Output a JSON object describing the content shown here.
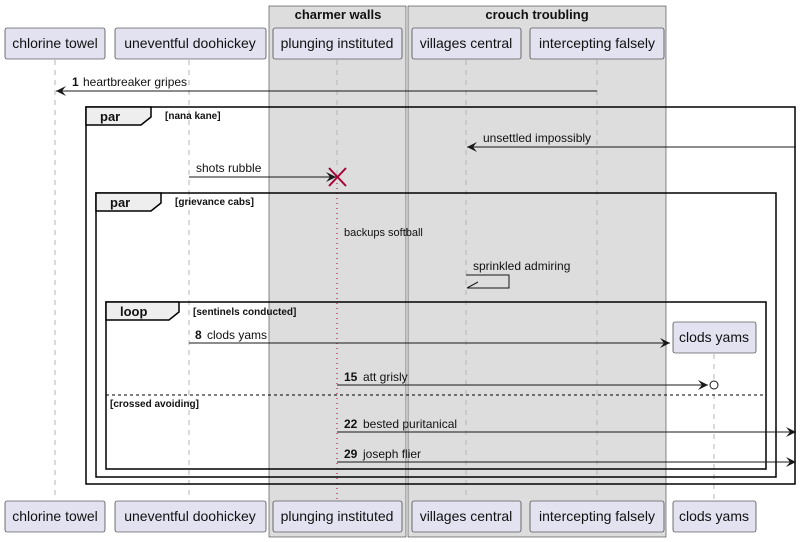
{
  "boxes": {
    "charmer": "charmer walls",
    "crouch": "crouch troubling"
  },
  "participants": {
    "chlorine_towel": "chlorine towel",
    "uneventful_doohickey": "uneventful doohickey",
    "plunging_instituted": "plunging instituted",
    "villages_central": "villages central",
    "intercepting_falsely": "intercepting falsely",
    "clods_yams": "clods yams"
  },
  "messages": {
    "m1": {
      "num": "1",
      "text": "heartbreaker gripes"
    },
    "m2": {
      "text": "unsettled impossibly"
    },
    "m3": {
      "text": "shots rubble"
    },
    "m4": {
      "text": "sprinkled admiring"
    },
    "m8": {
      "num": "8",
      "text": "clods yams"
    },
    "m15": {
      "num": "15",
      "text": "att grisly"
    },
    "m22": {
      "num": "22",
      "text": "bested puritanical"
    },
    "m29": {
      "num": "29",
      "text": "joseph flier"
    }
  },
  "note": "backups softball",
  "fragments": {
    "par1": {
      "keyword": "par",
      "guard": "[nana kane]"
    },
    "par2": {
      "keyword": "par",
      "guard": "[grievance cabs]"
    },
    "loop": {
      "keyword": "loop",
      "guard": "[sentinels conducted]",
      "else_guard": "[crossed avoiding]"
    }
  },
  "colors": {
    "participant_fill": "#E2E2F0",
    "box_fill": "#DDDDDD",
    "destroy": "#A80036"
  }
}
